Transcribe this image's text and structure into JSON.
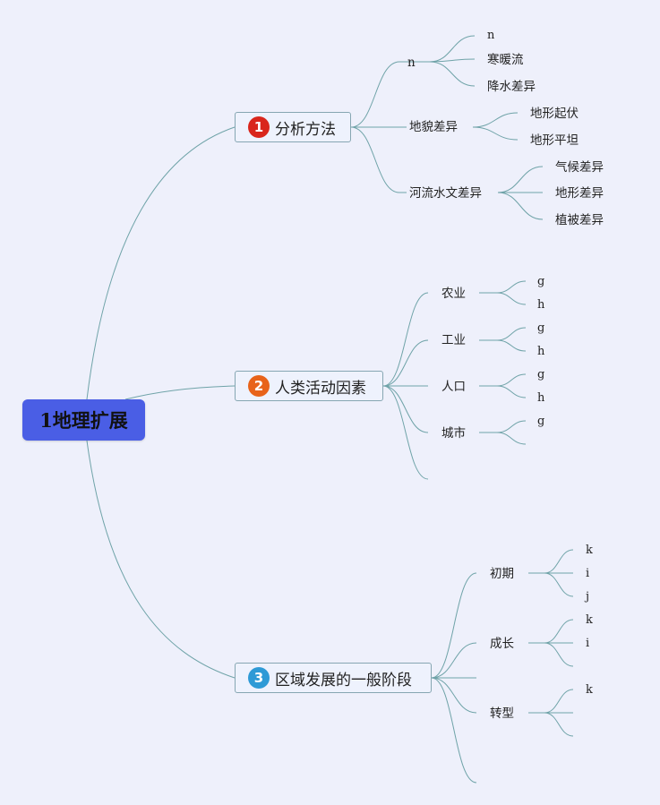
{
  "root": {
    "label": "1地理扩展"
  },
  "branches": [
    {
      "num": "1",
      "label": "分析方法",
      "color": "#d9261c",
      "children": [
        {
          "label": "n",
          "children": [
            "n",
            "寒暖流",
            "降水差异"
          ]
        },
        {
          "label": "地貌差异",
          "children": [
            "地形起伏",
            "地形平坦"
          ]
        },
        {
          "label": "河流水文差异",
          "children": [
            "气候差异",
            "地形差异",
            "植被差异"
          ]
        }
      ]
    },
    {
      "num": "2",
      "label": "人类活动因素",
      "color": "#e8631a",
      "children": [
        {
          "label": "农业",
          "children": [
            "g",
            "h"
          ]
        },
        {
          "label": "工业",
          "children": [
            "g",
            "h"
          ]
        },
        {
          "label": "人口",
          "children": [
            "g",
            "h"
          ]
        },
        {
          "label": "城市",
          "children": [
            "g",
            ""
          ]
        },
        {
          "label": "",
          "children": []
        }
      ]
    },
    {
      "num": "3",
      "label": "区域发展的一般阶段",
      "color": "#2e9ad6",
      "children": [
        {
          "label": "初期",
          "children": [
            "k",
            "i",
            "j"
          ]
        },
        {
          "label": "成长",
          "children": [
            "k",
            "i",
            ""
          ]
        },
        {
          "label": "转型",
          "children": [
            "k",
            "",
            ""
          ]
        },
        {
          "label": "",
          "children": []
        }
      ]
    }
  ],
  "style": {
    "line_color": "#6fa3a8",
    "root_fill": "#4a5ee5",
    "box_border": "#86a6b2"
  }
}
